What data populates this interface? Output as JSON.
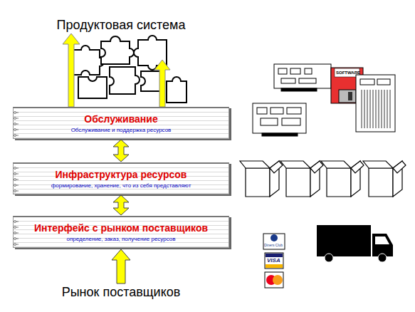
{
  "diagram": {
    "title": "Продуктовая система",
    "nodes": [
      {
        "text": [
          "Обслуживание",
          "Обслуживание и поддержка ресурсов"
        ]
      },
      {
        "text": [
          "Инфраструктура ресурсов",
          "формирование, хранение, что из себя представляют"
        ]
      },
      {
        "text": [
          "Интерфейс с рынком поставщиков",
          "определение, заказ, получение ресурсов"
        ]
      }
    ],
    "edges": [
      {
        "from": 0,
        "to": 1,
        "arrow": "both"
      },
      {
        "from": 1,
        "to": 2,
        "arrow": "both"
      }
    ],
    "labels": [
      "Рынок поставщиков",
      "SOFTWARE",
      "Diners Club",
      "VISA"
    ]
  }
}
